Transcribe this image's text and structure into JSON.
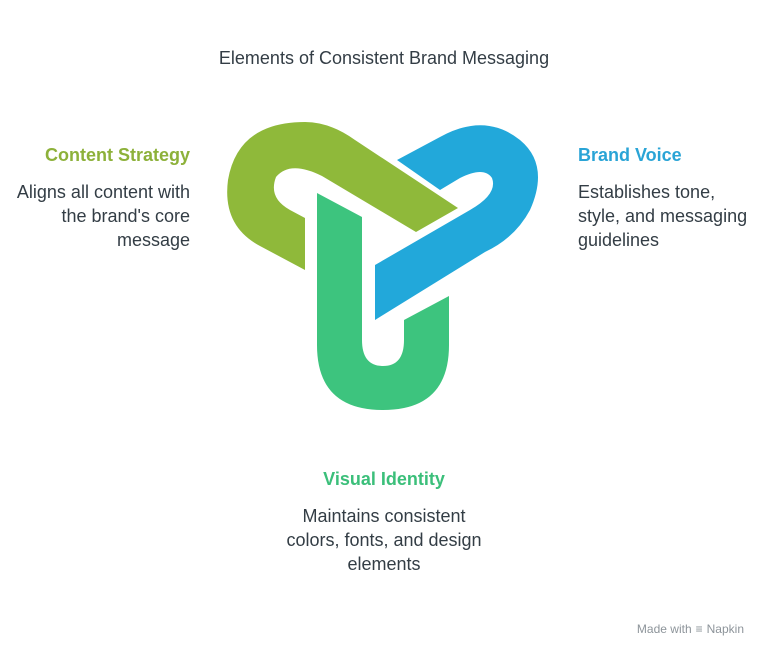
{
  "title": "Elements of Consistent Brand Messaging",
  "nodes": [
    {
      "heading": "Content Strategy",
      "description": "Aligns all content with the brand's core message",
      "color": "#8db13a"
    },
    {
      "heading": "Brand Voice",
      "description": "Establishes tone, style, and messaging guidelines",
      "color": "#2aa4d6"
    },
    {
      "heading": "Visual Identity",
      "description": "Maintains consistent colors, fonts, and design elements",
      "color": "#3bbf7a"
    }
  ],
  "footer": {
    "made_with": "Made with",
    "brand": "Napkin",
    "logo_icon": "napkin-logo-icon"
  }
}
